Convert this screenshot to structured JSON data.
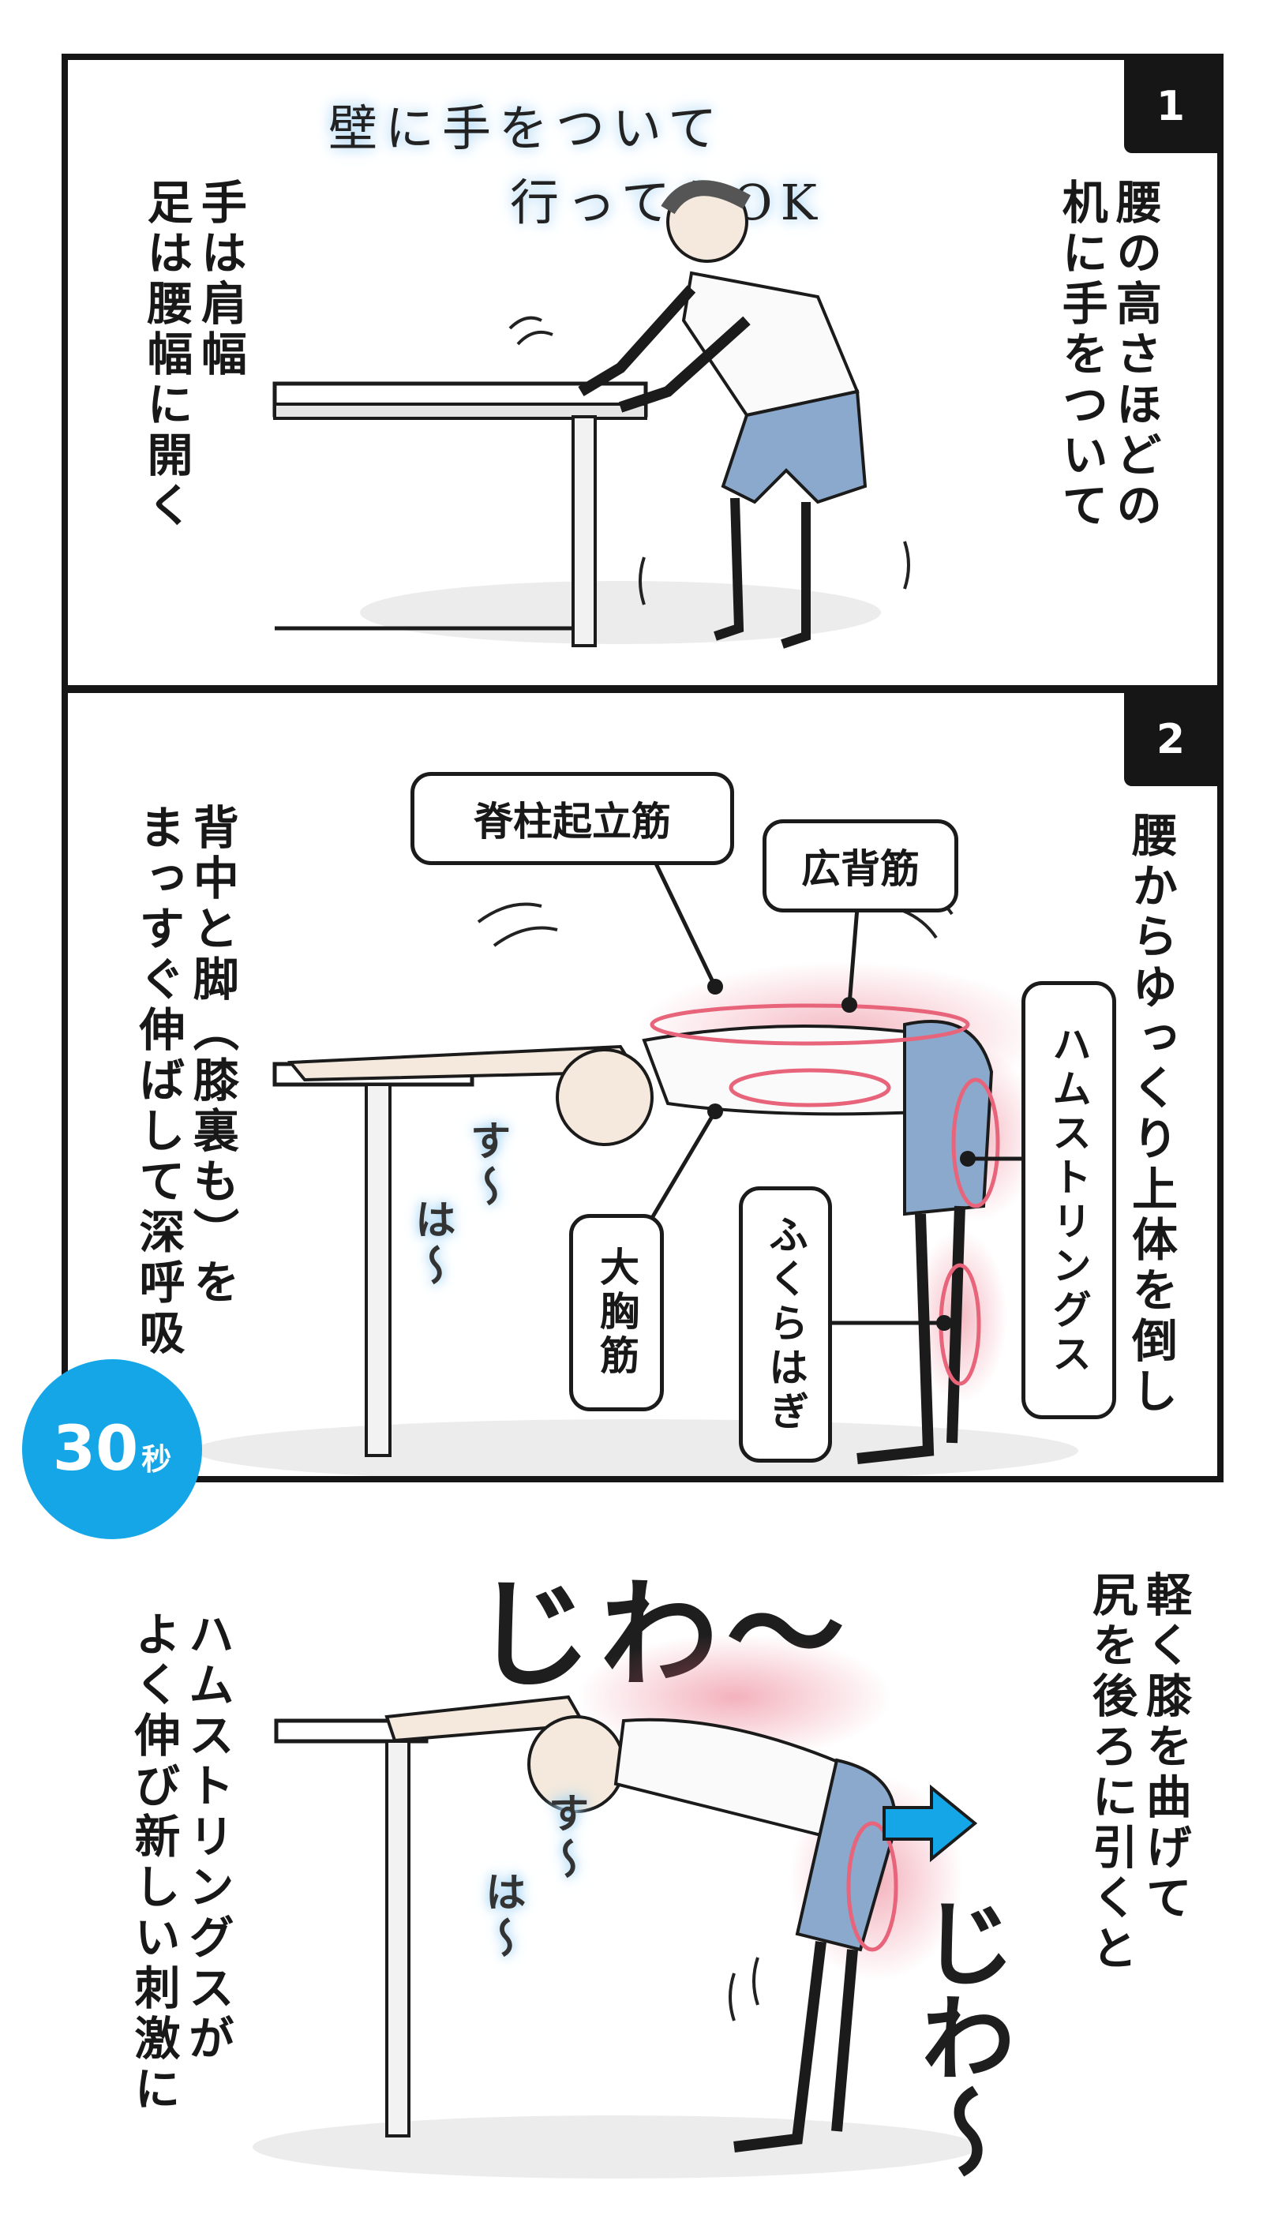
{
  "panel1": {
    "number": "1",
    "note": [
      "壁に手をついて",
      "行ってもOK"
    ],
    "caption_right": [
      "腰の高さほどの",
      "机に手をついて"
    ],
    "caption_left": [
      "手は肩幅",
      "足は腰幅に開く"
    ]
  },
  "panel2": {
    "number": "2",
    "caption_right": [
      "腰からゆっくり上体を倒し"
    ],
    "caption_left": [
      "背中と脚（膝裏も）を",
      "まっすぐ伸ばして深呼吸"
    ],
    "labels": {
      "erector_spinae": "脊柱起立筋",
      "latissimus_dorsi": "広背筋",
      "pectoralis_major": "大胸筋",
      "calves": "ふくらはぎ",
      "hamstrings": "ハムストリングス"
    },
    "breath": [
      "す〜",
      "は〜"
    ]
  },
  "badge": {
    "number": "30",
    "unit": "秒"
  },
  "panel3": {
    "caption_right": [
      "軽く膝を曲げて",
      "尻を後ろに引くと"
    ],
    "caption_left": [
      "ハムストリングスが",
      "よく伸び新しい刺激に"
    ],
    "sfx_top": "じわ〜",
    "sfx_side": "じわ〜",
    "breath": [
      "す〜",
      "は〜"
    ]
  },
  "colors": {
    "accent_blue": "#14a6e6",
    "glow_red": "#e8647a",
    "shorts_blue": "#8aa9cc"
  }
}
